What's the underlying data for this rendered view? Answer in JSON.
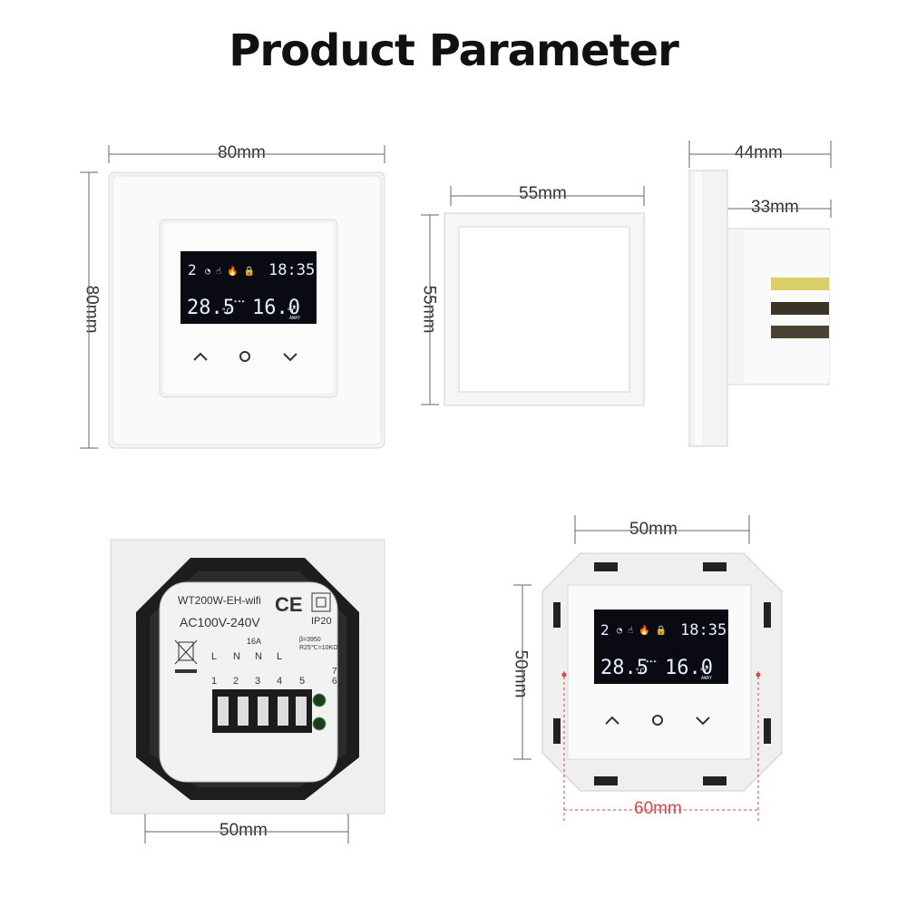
{
  "title": "Product Parameter",
  "dimensions": {
    "front_width": "80mm",
    "front_height": "80mm",
    "frame_width": "55mm",
    "frame_height": "55mm",
    "side_total": "44mm",
    "side_body": "33mm",
    "back_width": "50mm",
    "module_width": "50mm",
    "module_height": "50mm",
    "module_span": "60mm"
  },
  "lcd": {
    "program": "2",
    "time": "18:35",
    "room_temp": "28.5",
    "set_temp": "16.0",
    "unit": "°C",
    "mode": "AWAY"
  },
  "back_label": {
    "model": "WT200W-EH-wifi",
    "ce": "CE",
    "ip": "IP20",
    "voltage": "AC100V-240V",
    "current": "16A",
    "sensor_beta": "β=3950",
    "sensor_r": "R25℃=10KΩ",
    "terminals": [
      "L",
      "N",
      "N",
      "L"
    ],
    "numbers": [
      "1",
      "2",
      "3",
      "4",
      "5",
      "6",
      "7"
    ]
  },
  "colors": {
    "accent_red": "#e0424a",
    "lcd_bg": "#0a0a12",
    "panel_white": "#f7f7f7"
  }
}
